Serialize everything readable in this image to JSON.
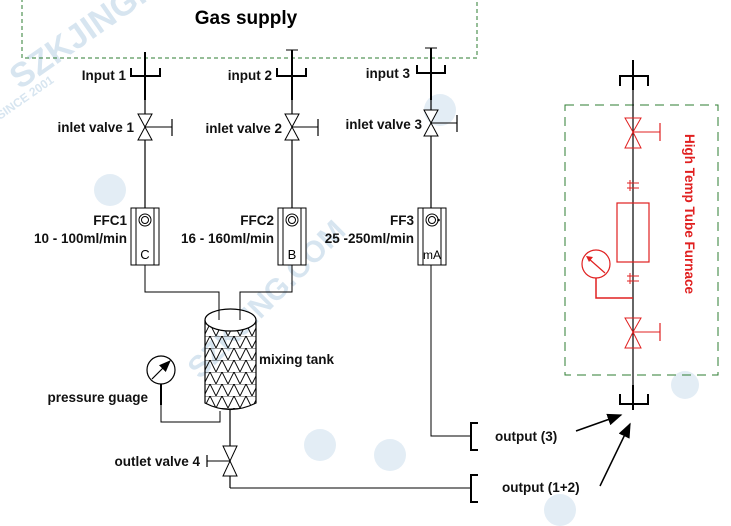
{
  "diagram": {
    "gas_supply_label": "Gas supply",
    "inputs": [
      {
        "label": "Input 1"
      },
      {
        "label": "input 2"
      },
      {
        "label": "input 3"
      }
    ],
    "inlet_valves": [
      {
        "label": "inlet valve 1"
      },
      {
        "label": "inlet valve 2"
      },
      {
        "label": "inlet valve 3"
      }
    ],
    "flow_controllers": [
      {
        "name": "FFC1",
        "range": "10 - 100ml/min",
        "glyph": "C"
      },
      {
        "name": "FFC2",
        "range": "16 - 160ml/min",
        "glyph": "B"
      },
      {
        "name": "FF3",
        "range": "25 -250ml/min",
        "glyph": "mA"
      }
    ],
    "mixing_tank_label": "mixing tank",
    "pressure_gauge_label": "pressure guage",
    "outlet_valve_label": "outlet valve 4",
    "outputs": [
      {
        "label": "output (3)"
      },
      {
        "label": "output (1+2)"
      }
    ],
    "furnace_label": "High Temp Tube Furnace",
    "colors": {
      "line": "#000000",
      "furnace": "#e02020",
      "dashed_box": "#2e7d32"
    },
    "watermark": {
      "text_1": "SZKJING.COM",
      "text_2": "SINCE 2001"
    }
  }
}
